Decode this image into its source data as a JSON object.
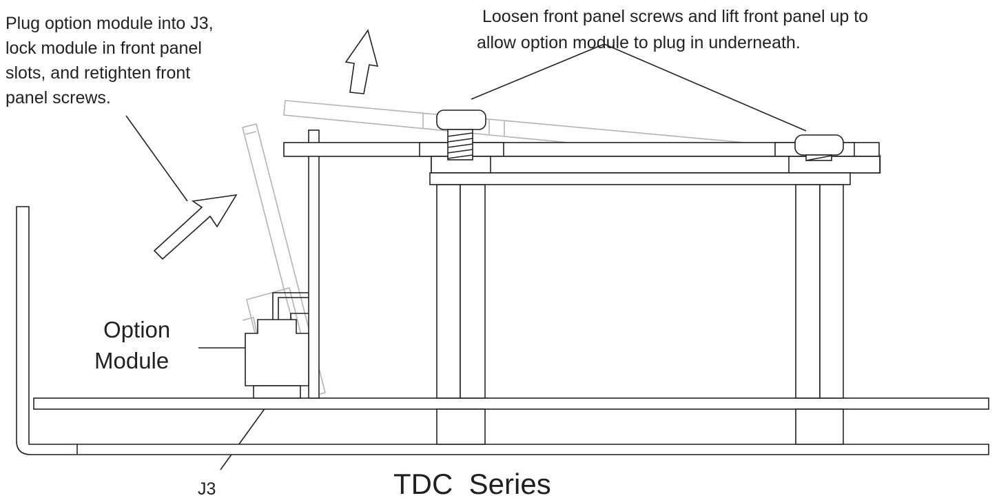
{
  "instructions": {
    "plug_module": [
      "Plug option module into J3,",
      "lock module in front panel",
      "slots, and retighten front",
      "panel screws."
    ],
    "loosen_panel": [
      "Loosen front panel screws and lift  front panel up to",
      "allow option module to plug in underneath."
    ]
  },
  "labels": {
    "option_module": [
      "Option",
      "Module"
    ],
    "connector": "J3"
  },
  "title": "TDC  Series"
}
